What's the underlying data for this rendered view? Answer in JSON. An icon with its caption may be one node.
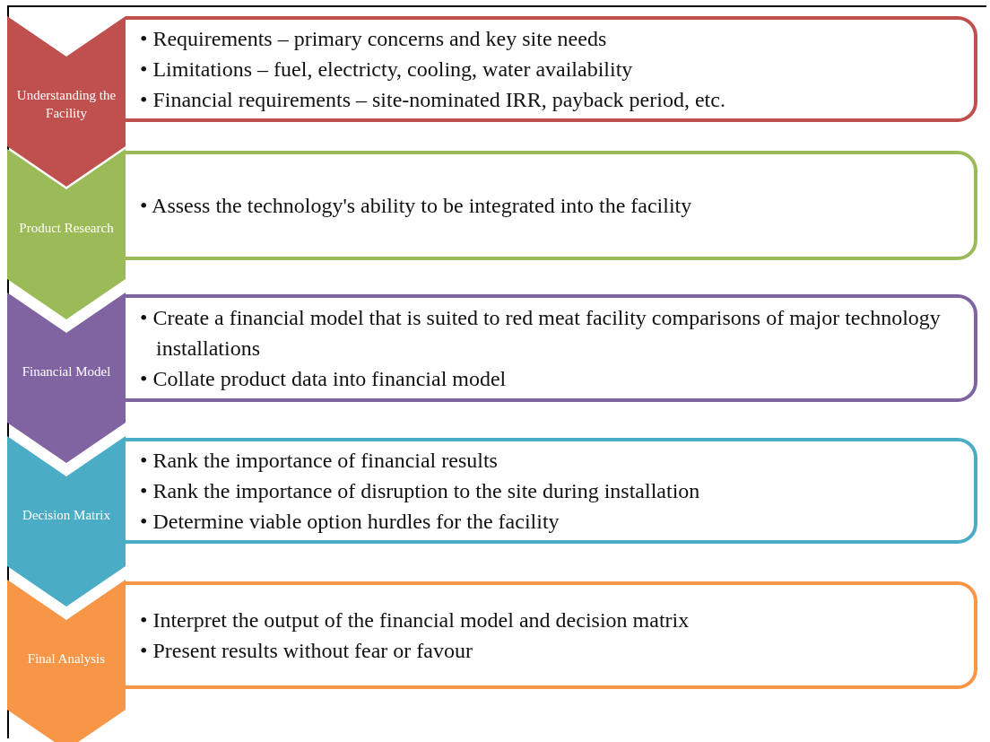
{
  "diagram": {
    "nodes": [
      {
        "text": [
          "Understanding the Facility"
        ]
      },
      {
        "text": [
          "• Requirements – primary concerns and key site needs",
          "• Limitations – fuel, electricty, cooling, water availability",
          "• Financial requirements – site-nominated IRR, payback period, etc."
        ]
      },
      {
        "text": [
          "Product Research"
        ]
      },
      {
        "text": [
          "• Assess the technology's ability to be integrated into the facility"
        ]
      },
      {
        "text": [
          "Financial Model"
        ]
      },
      {
        "text": [
          "• Create a financial model that is suited to red meat facility comparisons of major technology installations",
          "• Collate product data into financial model"
        ]
      },
      {
        "text": [
          "Decision Matrix"
        ]
      },
      {
        "text": [
          "• Rank the importance of financial results",
          "• Rank the importance of disruption to the site during installation",
          "• Determine viable option hurdles for the facility"
        ]
      },
      {
        "text": [
          "Final Analysis"
        ]
      },
      {
        "text": [
          "• Interpret the output of the financial model and decision matrix",
          "• Present results without fear or favour"
        ]
      }
    ]
  }
}
